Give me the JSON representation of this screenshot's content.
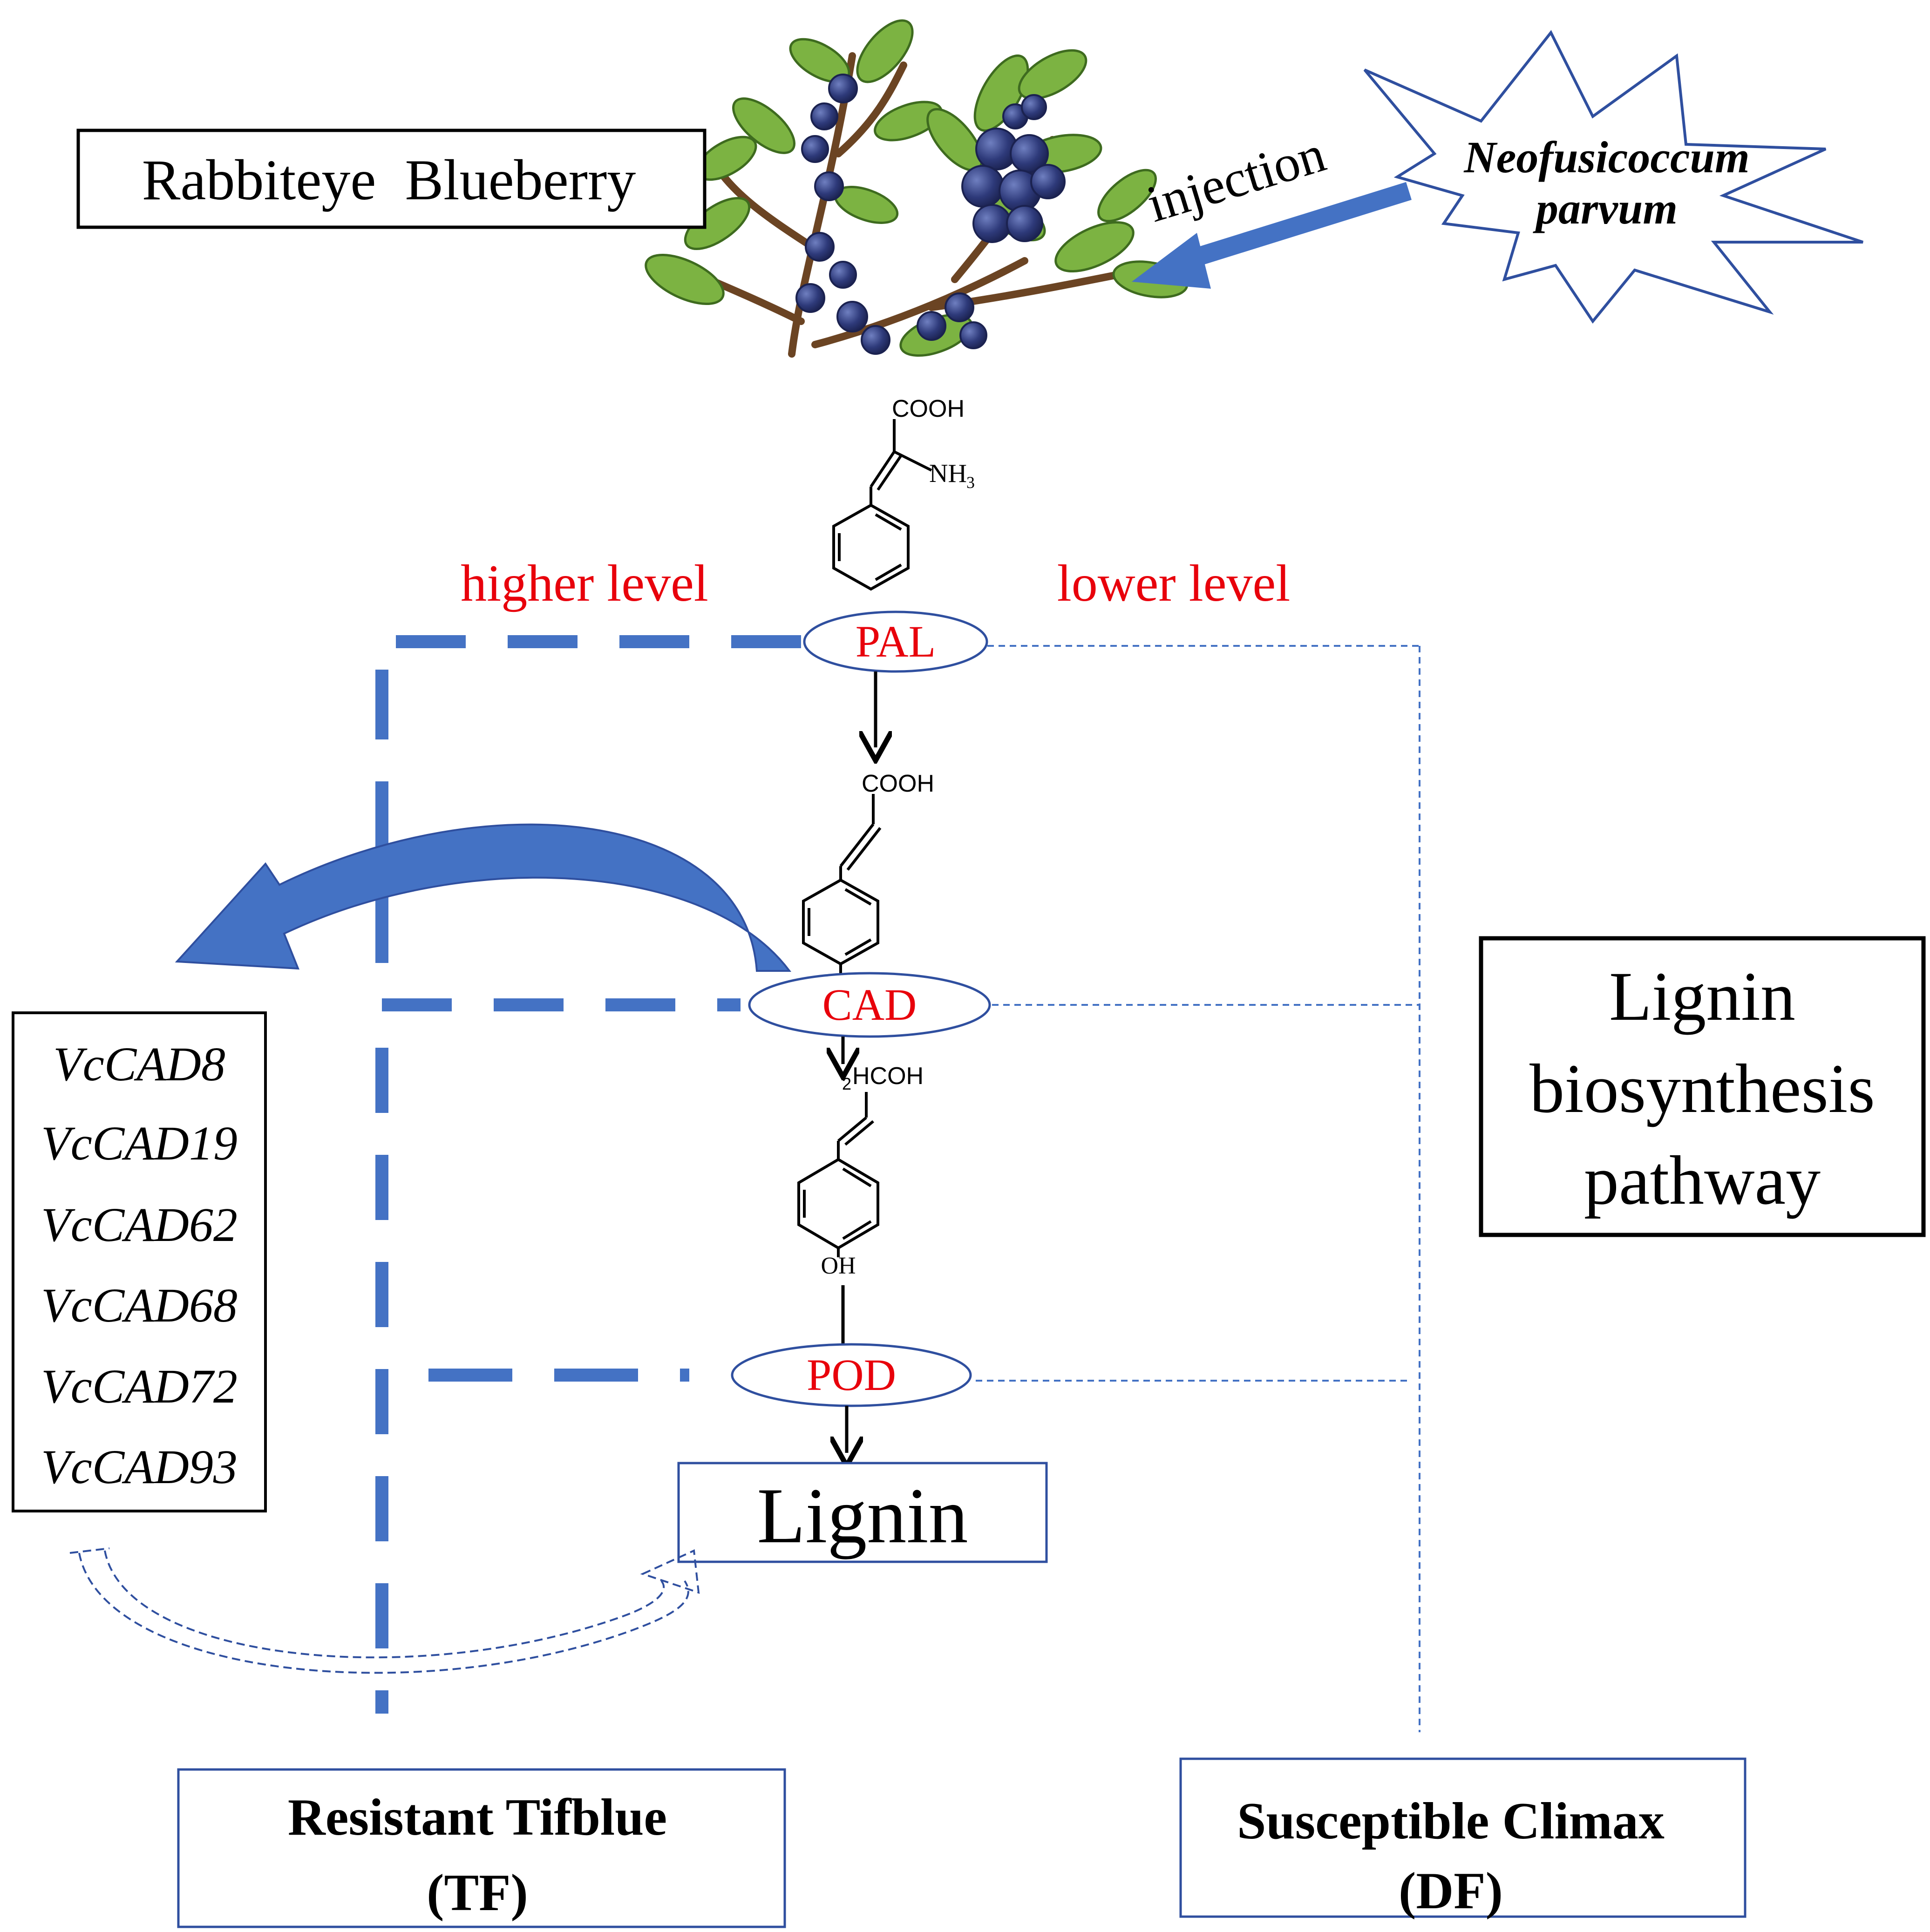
{
  "title_box": {
    "label": "Rabbiteye  Blueberry"
  },
  "pathogen": {
    "line1": "Neofusicoccum",
    "line2": "parvum",
    "arrow_label": "injection"
  },
  "levels": {
    "left": "higher level",
    "right": "lower level"
  },
  "enzymes": {
    "pal": "PAL",
    "cad": "CAD",
    "pod": "POD"
  },
  "compounds": {
    "c1_top": "COOH",
    "c1_side": "NH",
    "c1_sub": "3",
    "c2_top": "COOH",
    "c3_pre": "2",
    "c3_top": "HCOH",
    "c3_bottom": "OH"
  },
  "product": {
    "label": "Lignin"
  },
  "pathway_box": {
    "line1": "Lignin",
    "line2": "biosynthesis",
    "line3": "pathway"
  },
  "genes": [
    "VcCAD8",
    "VcCAD19",
    "VcCAD62",
    "VcCAD68",
    "VcCAD72",
    "VcCAD93"
  ],
  "cultivars": {
    "resistant": {
      "line1": "Resistant Tifblue",
      "line2": "(TF)"
    },
    "susceptible": {
      "line1": "Susceptible Climax",
      "line2": "(DF)"
    }
  },
  "colors": {
    "accent_blue": "#4472C4",
    "dark_blue": "#2F4F9F",
    "enzyme_red": "#E8000B",
    "border_black": "#000000",
    "berry": "#2E3A7A",
    "leaf": "#7CB342"
  },
  "icons": [
    "blueberry-plant-illustration",
    "starburst-shape"
  ]
}
